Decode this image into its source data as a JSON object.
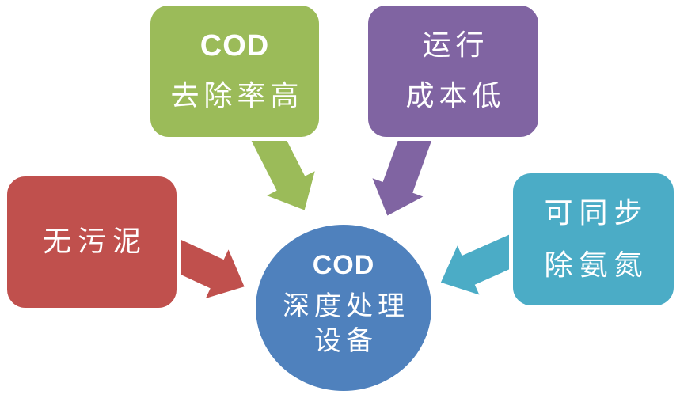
{
  "page": {
    "background_color": "#FFFFFF"
  },
  "diagram": {
    "center_circle": {
      "fill": "#4F81BD",
      "border_color": "#FFFFFF",
      "title": "COD",
      "line2": "深度处理",
      "line3": "设备"
    },
    "boxes": {
      "cod_removal": {
        "fill": "#9BBB59",
        "border_color": "#FFFFFF",
        "line1": "COD",
        "line2": "去除率高"
      },
      "operating_cost": {
        "fill": "#8064A2",
        "border_color": "#FFFFFF",
        "line1": "运行",
        "line2": "成本低"
      },
      "no_sludge": {
        "fill": "#C0504D",
        "border_color": "#FFFFFF",
        "line1": "无污泥"
      },
      "ammonia_removal": {
        "fill": "#4BACC6",
        "border_color": "#FFFFFF",
        "line1": "可同步",
        "line2": "除氨氮"
      }
    },
    "arrows": {
      "from_cod_removal": {
        "fill": "#9BBB59"
      },
      "from_operating_cost": {
        "fill": "#8064A2"
      },
      "from_no_sludge": {
        "fill": "#C0504D"
      },
      "from_ammonia_removal": {
        "fill": "#4BACC6"
      }
    }
  }
}
